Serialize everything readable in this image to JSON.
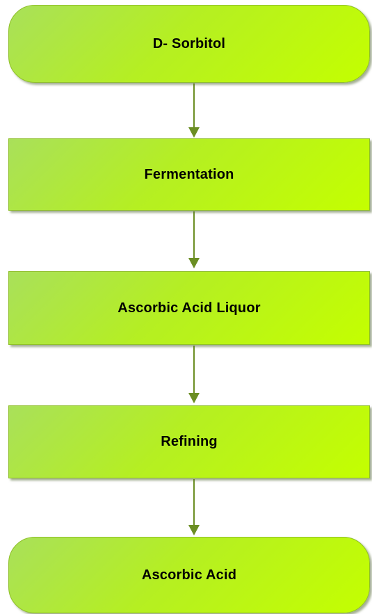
{
  "flowchart": {
    "steps": [
      {
        "label": "D- Sorbitol",
        "shape": "rounded"
      },
      {
        "label": "Fermentation",
        "shape": "rectangle"
      },
      {
        "label": "Ascorbic Acid Liquor",
        "shape": "rectangle"
      },
      {
        "label": "Refining",
        "shape": "rectangle"
      },
      {
        "label": "Ascorbic Acid",
        "shape": "rounded"
      }
    ],
    "colors": {
      "node_fill_start": "#a9e05a",
      "node_fill_end": "#c4ff00",
      "node_border": "#8fbf2a",
      "arrow": "#6b8e23"
    }
  }
}
